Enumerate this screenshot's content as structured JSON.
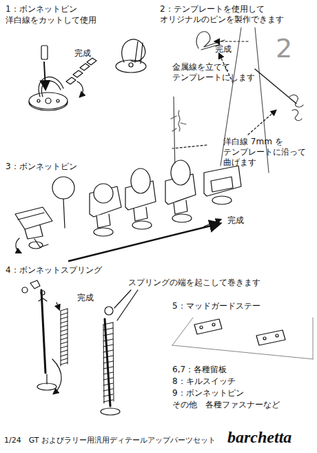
{
  "diagram": {
    "caption": "1/24　GT およびラリー用汎用ディテールアップパーツセット",
    "labels": [
      "1：ボンネットピン",
      "洋白線をカットして使用",
      "完成",
      "2：テンプレートを使用して オリジナルのピンを製作できます",
      "完成",
      "金属線を立てて テンプレートにします",
      "2",
      "洋白線 7mm を テンプレートに沿って 曲げます",
      "3：ボンネットピン",
      "完成",
      "4：ボンネットスプリング",
      "スプリングの端を起こして巻きます",
      "完成",
      "5：マッドガードステー",
      "6,7：各種留板",
      "8：キルスイッチ",
      "9：ボンネットピン",
      "その他　各種ファスナーなど",
      "barchetta"
    ]
  }
}
